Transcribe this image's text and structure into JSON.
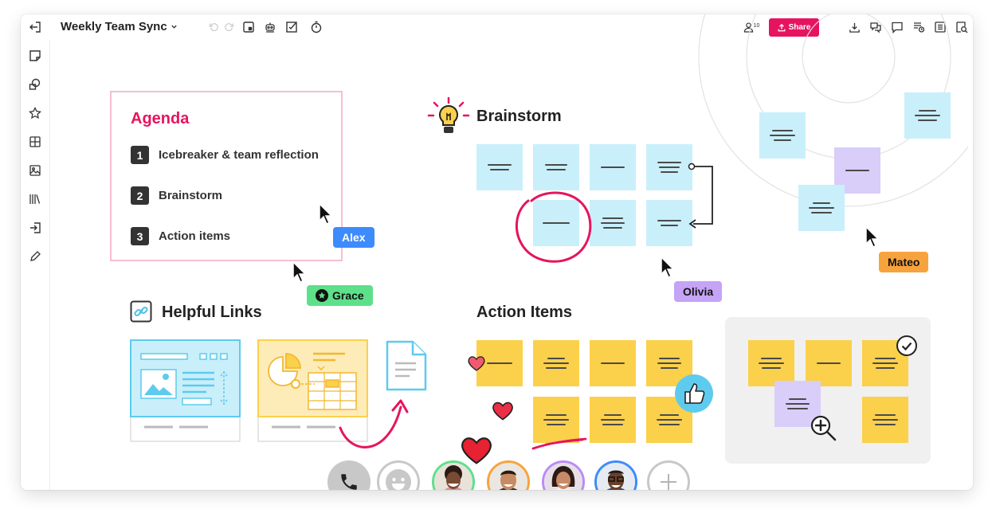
{
  "toolbar": {
    "title": "Weekly Team Sync",
    "participants_count": "10",
    "share_label": "Share"
  },
  "sidebar": {
    "items": [
      "collapse-icon",
      "sticky-note-icon",
      "shapes-icon",
      "star-icon",
      "table-icon",
      "image-icon",
      "library-icon",
      "export-icon",
      "pen-icon"
    ]
  },
  "agenda": {
    "title": "Agenda",
    "items": [
      {
        "num": "1",
        "label": "Icebreaker & team reflection"
      },
      {
        "num": "2",
        "label": "Brainstorm"
      },
      {
        "num": "3",
        "label": "Action items"
      }
    ]
  },
  "sections": {
    "brainstorm": "Brainstorm",
    "helpful_links": "Helpful Links",
    "action_items": "Action Items"
  },
  "cursors": [
    {
      "name": "Alex",
      "color": "#3d8bfd"
    },
    {
      "name": "Grace",
      "color": "#5ee08b"
    },
    {
      "name": "Olivia",
      "color": "#b98cf7"
    },
    {
      "name": "Mateo",
      "color": "#f7a33d"
    }
  ],
  "colors": {
    "accent": "#e6145f",
    "sticky_blue": "#c9effb",
    "sticky_yellow": "#fbd04b",
    "sticky_purple": "#d9cdfa"
  },
  "bottom_bar": {
    "items": [
      "phone-icon",
      "emoji-icon",
      "avatar-1",
      "avatar-2",
      "avatar-3",
      "avatar-4",
      "add-icon"
    ]
  }
}
